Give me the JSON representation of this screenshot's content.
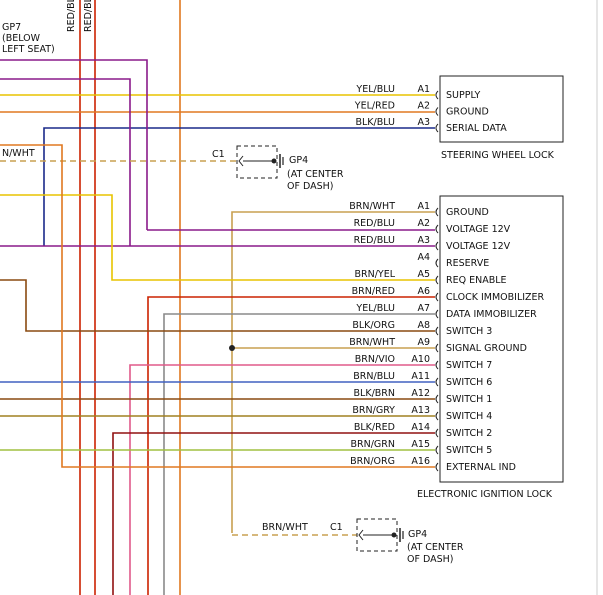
{
  "colors": {
    "purple": "#8a1a8a",
    "red": "#cc2200",
    "orange": "#e07820",
    "yellow": "#e8c400",
    "navy": "#1a2a8a",
    "tan": "#c8a050",
    "olive": "#a08020",
    "brown": "#8a4a10",
    "gray": "#8a8a8a",
    "pink": "#e05a8a",
    "blue": "#4060c0",
    "lightgreen": "#a0c040",
    "dkred": "#901010",
    "green": "#50a050",
    "black": "#222222"
  },
  "top_labels": [
    "RED/BLU",
    "RED/BLU"
  ],
  "gp7": {
    "lines": [
      "GP7",
      "(BELOW",
      "LEFT SEAT)"
    ]
  },
  "left_wire_label": "N/WHT",
  "steering_lock": {
    "title": "STEERING WHEEL LOCK",
    "pins": [
      {
        "wire": "YEL/BLU",
        "pin": "A1",
        "func": "SUPPLY"
      },
      {
        "wire": "YEL/RED",
        "pin": "A2",
        "func": "GROUND"
      },
      {
        "wire": "BLK/BLU",
        "pin": "A3",
        "func": "SERIAL DATA"
      }
    ]
  },
  "c1_top": {
    "connector": "C1",
    "ground": "GP4",
    "note": [
      "(AT CENTER",
      "OF DASH)"
    ]
  },
  "ignition_lock": {
    "title": "ELECTRONIC IGNITION LOCK",
    "pins": [
      {
        "wire": "BRN/WHT",
        "pin": "A1",
        "func": "GROUND"
      },
      {
        "wire": "RED/BLU",
        "pin": "A2",
        "func": "VOLTAGE 12V"
      },
      {
        "wire": "RED/BLU",
        "pin": "A3",
        "func": "VOLTAGE 12V"
      },
      {
        "wire": "",
        "pin": "A4",
        "func": "RESERVE"
      },
      {
        "wire": "BRN/YEL",
        "pin": "A5",
        "func": "REQ ENABLE"
      },
      {
        "wire": "BRN/RED",
        "pin": "A6",
        "func": "CLOCK IMMOBILIZER"
      },
      {
        "wire": "YEL/BLU",
        "pin": "A7",
        "func": "DATA IMMOBILIZER"
      },
      {
        "wire": "BLK/ORG",
        "pin": "A8",
        "func": "SWITCH 3"
      },
      {
        "wire": "BRN/WHT",
        "pin": "A9",
        "func": "SIGNAL GROUND"
      },
      {
        "wire": "BRN/VIO",
        "pin": "A10",
        "func": "SWITCH 7"
      },
      {
        "wire": "BRN/BLU",
        "pin": "A11",
        "func": "SWITCH 6"
      },
      {
        "wire": "BLK/BRN",
        "pin": "A12",
        "func": "SWITCH 1"
      },
      {
        "wire": "BRN/GRY",
        "pin": "A13",
        "func": "SWITCH 4"
      },
      {
        "wire": "BLK/RED",
        "pin": "A14",
        "func": "SWITCH 2"
      },
      {
        "wire": "BRN/GRN",
        "pin": "A15",
        "func": "SWITCH 5"
      },
      {
        "wire": "BRN/ORG",
        "pin": "A16",
        "func": "EXTERNAL IND"
      }
    ]
  },
  "c1_bottom": {
    "wire": "BRN/WHT",
    "connector": "C1",
    "ground": "GP4",
    "note": [
      "(AT CENTER",
      "OF DASH)"
    ]
  }
}
